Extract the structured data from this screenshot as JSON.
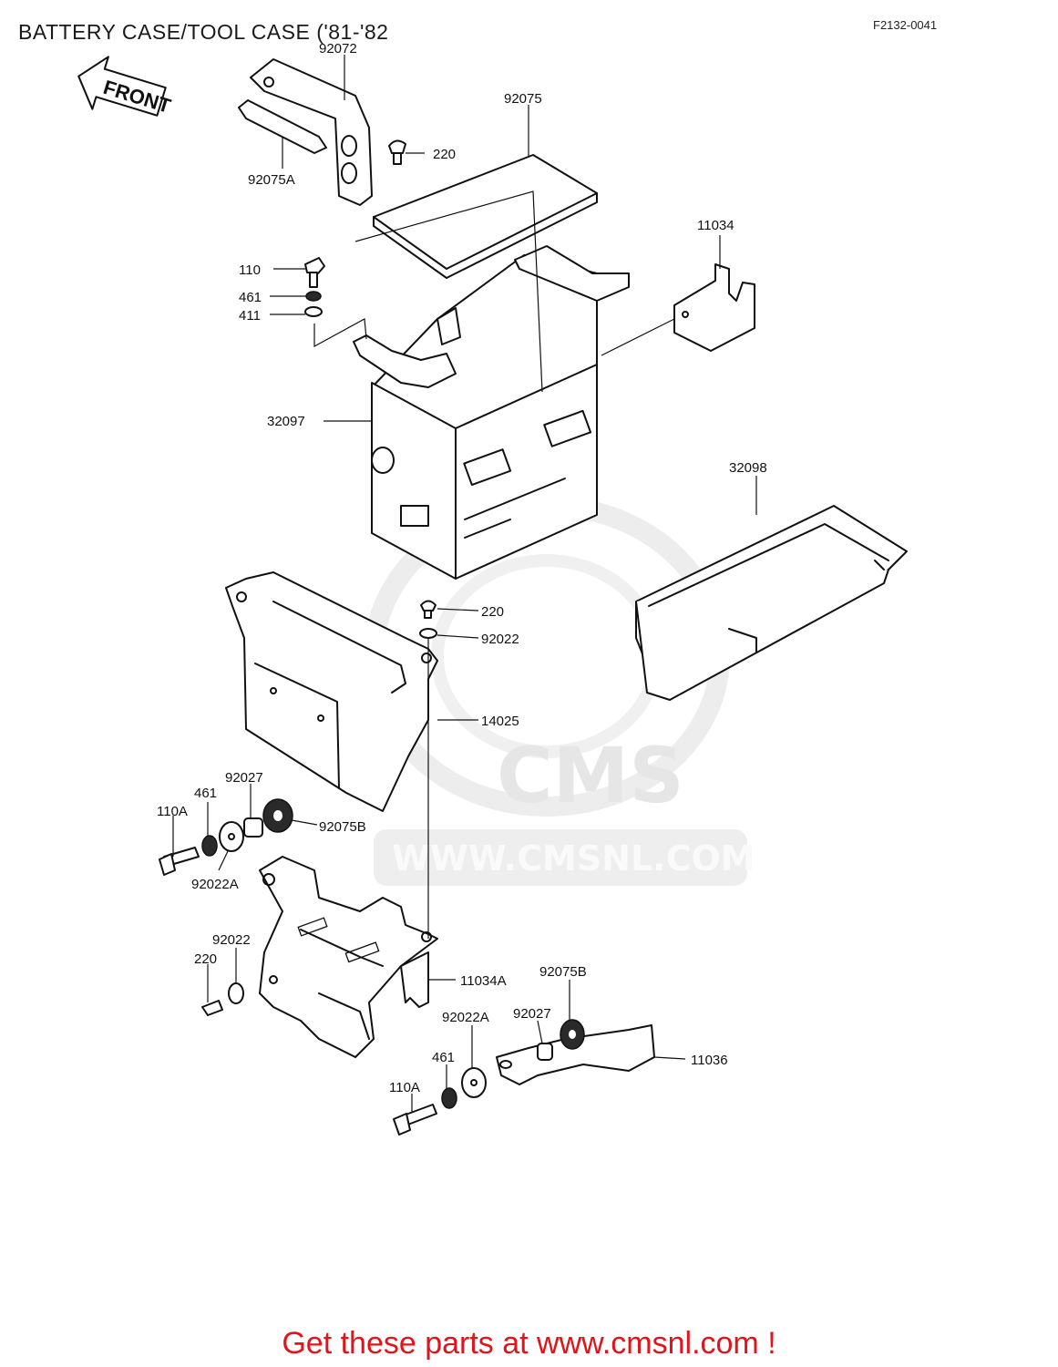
{
  "title": "BATTERY CASE/TOOL CASE ('81-'82",
  "figure_code": "F2132-0041",
  "front_arrow_label": "FRONT",
  "watermark": {
    "brand": "CMS",
    "url": "WWW.CMSNL.COM"
  },
  "parts": [
    {
      "id": "p92072",
      "number": "92072"
    },
    {
      "id": "p92075",
      "number": "92075"
    },
    {
      "id": "p220a",
      "number": "220"
    },
    {
      "id": "p92075A",
      "number": "92075A"
    },
    {
      "id": "p11034",
      "number": "11034"
    },
    {
      "id": "p110",
      "number": "110"
    },
    {
      "id": "p461a",
      "number": "461"
    },
    {
      "id": "p411",
      "number": "411"
    },
    {
      "id": "p32097",
      "number": "32097"
    },
    {
      "id": "p32098",
      "number": "32098"
    },
    {
      "id": "p220b",
      "number": "220"
    },
    {
      "id": "p92022a",
      "number": "92022"
    },
    {
      "id": "p14025",
      "number": "14025"
    },
    {
      "id": "p92027a",
      "number": "92027"
    },
    {
      "id": "p461b",
      "number": "461"
    },
    {
      "id": "p110Aa",
      "number": "110A"
    },
    {
      "id": "p92075Ba",
      "number": "92075B"
    },
    {
      "id": "p92022Aa",
      "number": "92022A"
    },
    {
      "id": "p92022b",
      "number": "92022"
    },
    {
      "id": "p220c",
      "number": "220"
    },
    {
      "id": "p11034A",
      "number": "11034A"
    },
    {
      "id": "p92075Bb",
      "number": "92075B"
    },
    {
      "id": "p92027b",
      "number": "92027"
    },
    {
      "id": "p92022Ab",
      "number": "92022A"
    },
    {
      "id": "p461c",
      "number": "461"
    },
    {
      "id": "p11036",
      "number": "11036"
    },
    {
      "id": "p110Ab",
      "number": "110A"
    }
  ],
  "footer": {
    "text": "Get these parts at www.cmsnl.com !"
  }
}
